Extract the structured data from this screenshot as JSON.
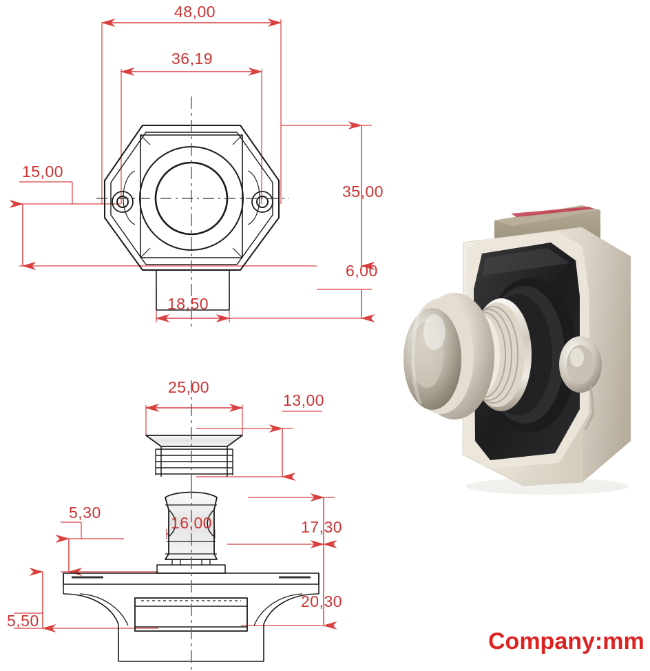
{
  "document": {
    "type": "technical-drawing",
    "subject": "push-button cabinet latch",
    "units_note": "Company:mm",
    "background_color": "#ffffff",
    "dimension_color": "#cc3333",
    "outline_color": "#1a1a1a",
    "centerline_color": "#4a4a8a"
  },
  "dimensions": {
    "width_overall": "48,00",
    "width_mounting_holes": "36,19",
    "height_left": "15,00",
    "height_body": "35,00",
    "height_flange": "6,00",
    "width_neck": "18,50",
    "width_insert": "25,00",
    "height_insert": "13,00",
    "width_knob": "16,00",
    "offset_top_left": "5,30",
    "offset_bottom_left": "5,50",
    "height_knob_to_base": "17,30",
    "height_base": "20,30"
  },
  "views": {
    "front_view": {
      "name": "front-view-hex-flange",
      "label": "hexagonal flange front view"
    },
    "insert_view": {
      "name": "threaded-insert-view",
      "label": "threaded insert side view"
    },
    "bottom_view": {
      "name": "latch-body-section-view",
      "label": "latch body section view"
    }
  },
  "photo": {
    "name": "product-photo",
    "label": "push button latch product photograph",
    "housing_color": "#e8e2d6",
    "recess_color": "#262626",
    "knob_color": "#cfc9bd",
    "tab_color": "#a39a86",
    "tab_stripe_color": "#c0394b"
  }
}
